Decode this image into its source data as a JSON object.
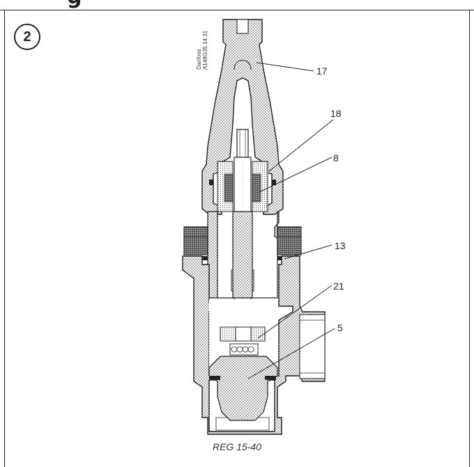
{
  "figure": {
    "heading_fragment": "g",
    "number": "2",
    "caption": "REG 15-40",
    "manufacturer": "Danfoss",
    "drawing_code": "A148G35.14.31"
  },
  "callouts": [
    "17",
    "18",
    "8",
    "13",
    "21",
    "5"
  ]
}
